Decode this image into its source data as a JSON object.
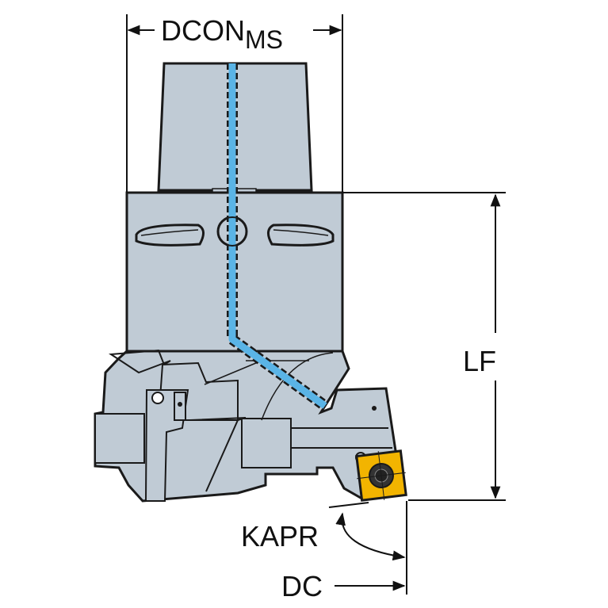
{
  "diagram": {
    "dimensions": {
      "dcon": {
        "main": "DCON",
        "sub": "MS"
      },
      "lf": "LF",
      "kapr": "KAPR",
      "dc": "DC"
    },
    "colors": {
      "body": "#c0cbd5",
      "outline": "#1a1a1a",
      "coolant": "#5ab4e6",
      "insert": "#f2b400"
    }
  }
}
